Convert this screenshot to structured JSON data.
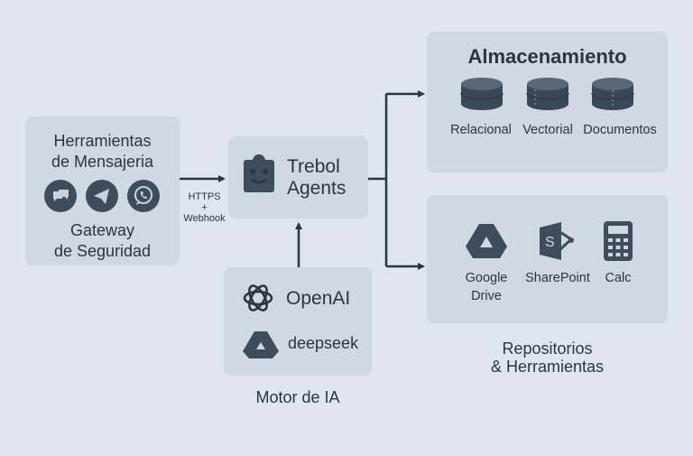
{
  "colors": {
    "background": "#dfe6ef",
    "box": "#cfd8e3",
    "ink": "#2b3543",
    "icon": "#3f4c5c"
  },
  "messaging": {
    "title_line1": "Herramientas",
    "title_line2": "de Mensajeria",
    "icons": [
      "chat-bubbles-icon",
      "telegram-icon",
      "whatsapp-icon"
    ],
    "footer_line1": "Gateway",
    "footer_line2": "de Seguridad"
  },
  "connection": {
    "label_line1": "HTTPS",
    "label_line2": "+",
    "label_line3": "Webhook"
  },
  "agents": {
    "icon": "robot-icon",
    "title_line1": "Trebol",
    "title_line2": "Agents"
  },
  "motor": {
    "providers": [
      {
        "name": "OpenAI",
        "icon": "openai-icon"
      },
      {
        "name": "deepseek",
        "icon": "deepseek-icon"
      }
    ],
    "caption": "Motor de IA"
  },
  "storage": {
    "title": "Almacenamiento",
    "items": [
      {
        "label": "Relacional",
        "icon": "database-icon"
      },
      {
        "label": "Vectorial",
        "icon": "database-icon"
      },
      {
        "label": "Documentos",
        "icon": "database-icon"
      }
    ]
  },
  "repositories": {
    "items": [
      {
        "label_line1": "Google",
        "label_line2": "Drive",
        "icon": "google-drive-icon"
      },
      {
        "label_line1": "SharePoint",
        "label_line2": "",
        "icon": "sharepoint-icon"
      },
      {
        "label_line1": "Calc",
        "label_line2": "",
        "icon": "calculator-icon"
      }
    ],
    "caption_line1": "Repositorios",
    "caption_line2": "& Herramientas"
  }
}
